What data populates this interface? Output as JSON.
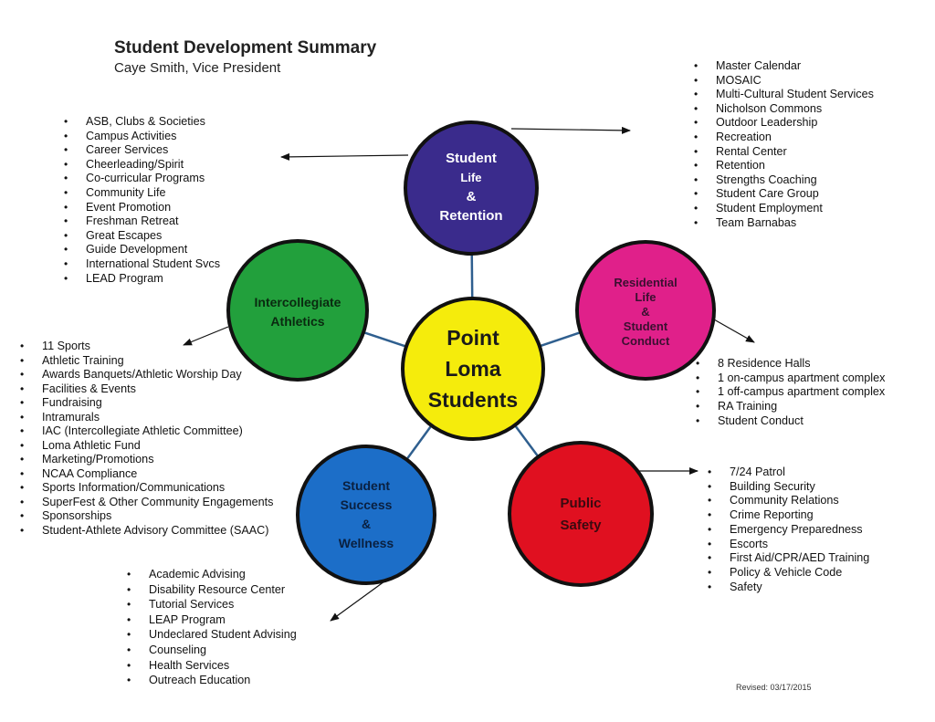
{
  "header": {
    "title": "Student Development Summary",
    "subtitle": "Caye Smith, Vice President"
  },
  "revised": "Revised:  03/17/2015",
  "colors": {
    "center": "#f5ec0c",
    "student_life": "#3a2b8c",
    "residential": "#e0208a",
    "public_safety": "#e01020",
    "success": "#1c6ec8",
    "athletics": "#22a03c",
    "connector": "#2f5f8f",
    "outline": "#111111"
  },
  "nodes": {
    "center": {
      "lines": [
        "Point",
        "Loma",
        "Students"
      ]
    },
    "student_life": {
      "lines": [
        "Student",
        "Life",
        "&",
        "Retention"
      ]
    },
    "residential": {
      "lines": [
        "Residential",
        "Life",
        "&",
        "Student",
        "Conduct"
      ]
    },
    "public_safety": {
      "lines": [
        "Public",
        "Safety"
      ]
    },
    "success": {
      "lines": [
        "Student",
        "Success",
        "&",
        "Wellness"
      ]
    },
    "athletics": {
      "lines": [
        "Intercollegiate",
        "Athletics"
      ]
    }
  },
  "lists": {
    "student_life_left": [
      "ASB, Clubs & Societies",
      "Campus Activities",
      "Career Services",
      "Cheerleading/Spirit",
      "Co-curricular Programs",
      "Community Life",
      "Event Promotion",
      "Freshman Retreat",
      "Great Escapes",
      "Guide Development",
      "International Student Svcs",
      "LEAD Program"
    ],
    "student_life_right": [
      "Master Calendar",
      "MOSAIC",
      "Multi-Cultural Student Services",
      "Nicholson Commons",
      "Outdoor Leadership",
      "Recreation",
      "Rental Center",
      "Retention",
      "Strengths Coaching",
      "Student Care Group",
      "Student Employment",
      "Team Barnabas"
    ],
    "residential": [
      "8 Residence Halls",
      "1 on-campus apartment complex",
      "1 off-campus apartment complex",
      "RA Training",
      "Student Conduct"
    ],
    "public_safety": [
      "7/24 Patrol",
      "Building Security",
      "Community Relations",
      "Crime Reporting",
      "Emergency Preparedness",
      "Escorts",
      "First Aid/CPR/AED Training",
      "Policy & Vehicle Code",
      "Safety"
    ],
    "success": [
      "Academic Advising",
      "Disability Resource Center",
      "Tutorial Services",
      "LEAP Program",
      "Undeclared Student Advising",
      "Counseling",
      "Health Services",
      "Outreach Education"
    ],
    "athletics": [
      "11 Sports",
      "Athletic Training",
      "Awards Banquets/Athletic Worship Day",
      "Facilities & Events",
      "Fundraising",
      "Intramurals",
      "IAC (Intercollegiate Athletic Committee)",
      "Loma Athletic Fund",
      "Marketing/Promotions",
      "NCAA Compliance",
      "Sports Information/Communications",
      "SuperFest & Other Community Engagements",
      "Sponsorships",
      "Student-Athlete Advisory Committee (SAAC)"
    ]
  }
}
